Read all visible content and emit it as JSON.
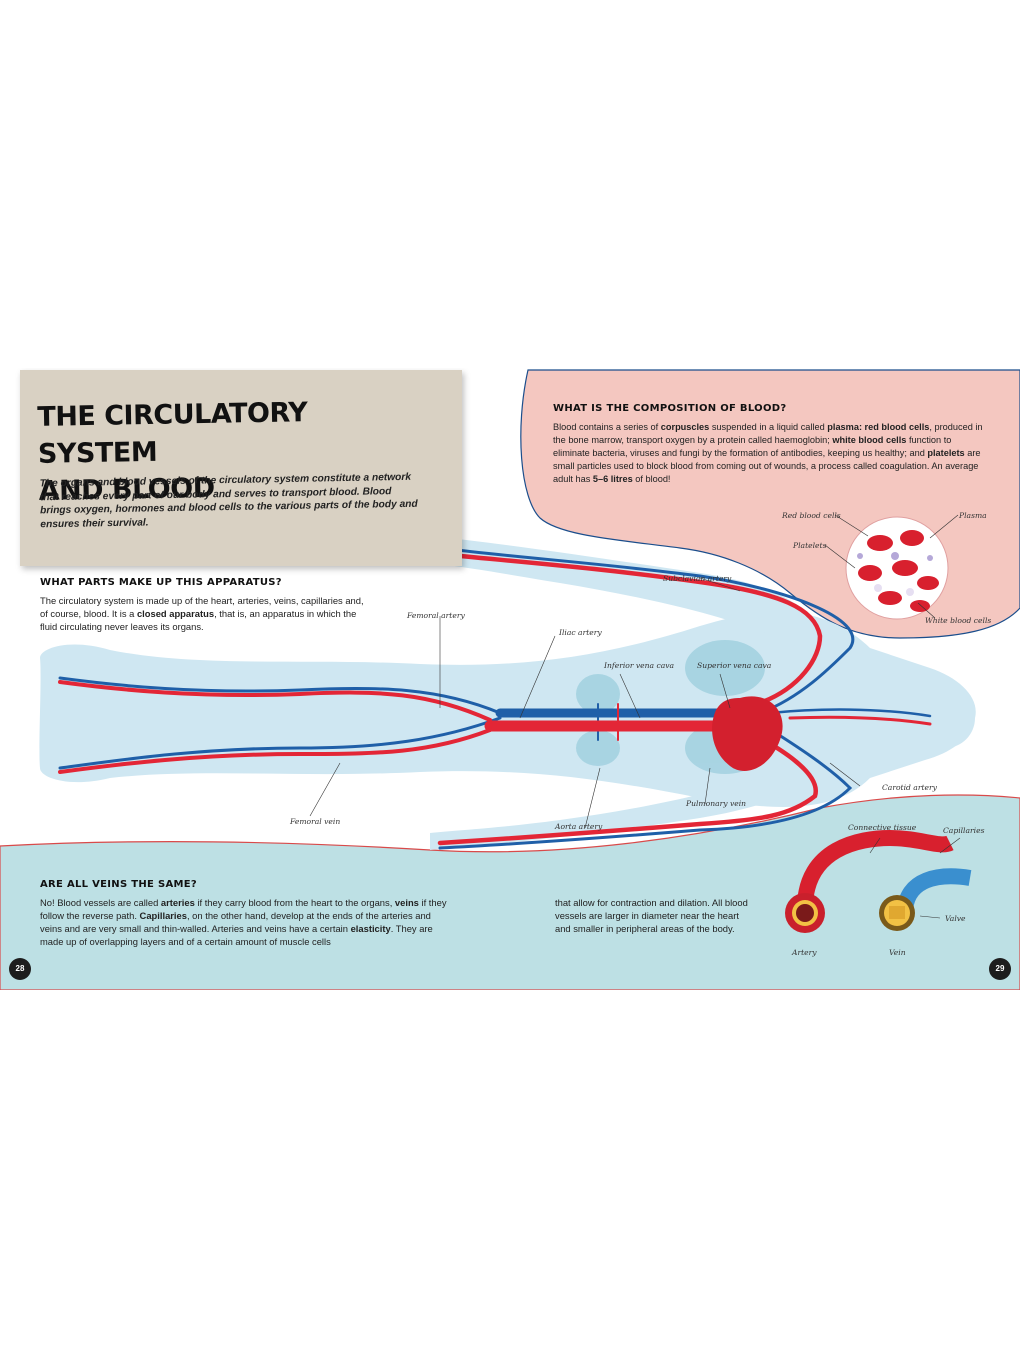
{
  "title_line1": "The circulatory system",
  "title_line2": "and blood",
  "intro": "The organs and blood vessels of the circulatory system constitute a network that reaches every part of our body and serves to transport blood. Blood brings oxygen, hormones and blood cells to the various parts of the body and ensures their survival.",
  "parts": {
    "heading": "What parts make up this apparatus?",
    "text_1": "The circulatory system is made up of the heart, arteries, veins, capillaries and, of course, blood. It is a ",
    "text_bold": "closed apparatus",
    "text_2": ", that is, an apparatus in which the fluid circulating never leaves its organs."
  },
  "composition": {
    "heading": "What is the composition of blood?",
    "t1": "Blood contains a series of ",
    "b1": "corpuscles",
    "t2": " suspended in a liquid called ",
    "b2": "plasma: red blood cells",
    "t3": ", produced in the bone marrow, transport oxygen by a protein called haemoglobin; ",
    "b3": "white blood cells",
    "t4": " function to eliminate bacteria, viruses and fungi by the formation of antibodies, keeping us healthy; and ",
    "b4": "platelets",
    "t5": " are small particles used to block blood from coming out of wounds, a process called coagulation. An average adult has ",
    "b5": "5–6 litres",
    "t6": " of blood!"
  },
  "veins": {
    "heading": "Are all veins the same?",
    "t1": "No! Blood vessels are called ",
    "b1": "arteries",
    "t2": " if they carry blood from the heart to the organs, ",
    "b2": "veins",
    "t3": " if they follow the reverse path. ",
    "b3": "Capillaries",
    "t4": ", on the other hand, develop at the ends of the arteries and veins and are very small and thin-walled. Arteries and veins have a certain ",
    "b4": "elasticity",
    "t5": ". They are made up of overlapping layers and of a certain amount of muscle cells",
    "col2": "that allow for contraction and dilation. All blood vessels are larger in diameter near the heart and smaller in peripheral areas of the body."
  },
  "labels": {
    "red_blood_cells": "Red blood cells",
    "plasma": "Plasma",
    "platelets": "Platelets",
    "white_blood_cells": "White blood cells",
    "subclavian_artery": "Subclavian artery",
    "femoral_artery": "Femoral artery",
    "iliac_artery": "Iliac artery",
    "inferior_vena_cava": "Inferior vena cava",
    "superior_vena_cava": "Superior vena cava",
    "carotid_artery": "Carotid artery",
    "pulmonary_vein": "Pulmonary vein",
    "aorta_artery": "Aorta artery",
    "femoral_vein": "Femoral vein",
    "connective_tissue": "Connective tissue",
    "capillaries": "Capillaries",
    "valve": "Valve",
    "artery": "Artery",
    "vein": "Vein"
  },
  "page_left": "28",
  "page_right": "29",
  "colors": {
    "artery_red": "#e32636",
    "vein_blue": "#1f5fa8",
    "body_blue": "#cfe7f2",
    "pink_box": "#f4c7c0",
    "teal_band": "#bde0e4",
    "paper": "#d9d1c3"
  }
}
